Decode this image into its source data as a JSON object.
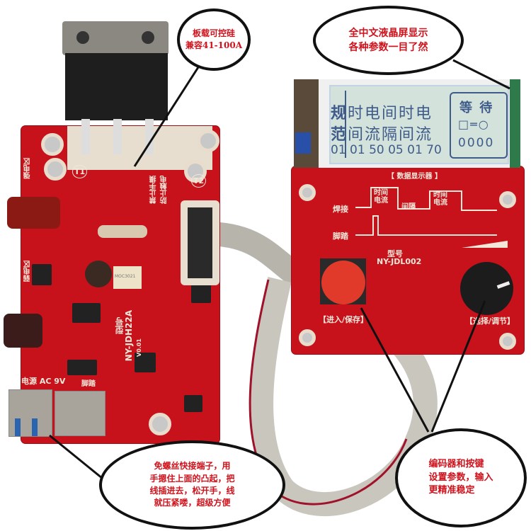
{
  "callouts": {
    "scr": "板载可控硅\n兼容41-100A",
    "lcd": "全中文液晶屏显示\n各种参数一目了然",
    "terminal": "免螺丝快接端子，用\n手摁住上面的凸起，把\n线插进去，松开手，线\n就压紧喽，超级方便",
    "encoder": "编码器和按键\n设置参数，输入\n更精准稳定"
  },
  "main_board": {
    "label_t1": "T1",
    "label_t2": "T2",
    "warning": "禁止手摸\n防止触电",
    "strong_zone": "强电区",
    "weak_zone": "弱电区",
    "model_label": "型号",
    "model": "NY-JDH22A",
    "version": "V0.01",
    "power_label": "电源 AC  9V",
    "pedal_label": "脚踏",
    "optocoupler": "MOC3021"
  },
  "display_board": {
    "title": "【 数据显示器 】",
    "weld_label": "焊接",
    "pedal_label": "脚踏",
    "pulse1": "时间\n电流",
    "gap": "间隔",
    "pulse2": "时间\n电流",
    "model_label": "型号",
    "model": "NY-JDL002",
    "button_label": "【进入/保存】",
    "knob_label": "【选择/调节】"
  },
  "lcd": {
    "col0_top": "规",
    "col0_bottom": "范",
    "row1": "时电间时电",
    "row2": "间流隔间流",
    "values": "01 01 50 05 01 70",
    "status": "等 待",
    "status_icon": "□═○",
    "counter": "0000"
  },
  "colors": {
    "board": "#c7121c",
    "callout_text": "#d0121c",
    "lcd_text": "#3f5b8a"
  }
}
